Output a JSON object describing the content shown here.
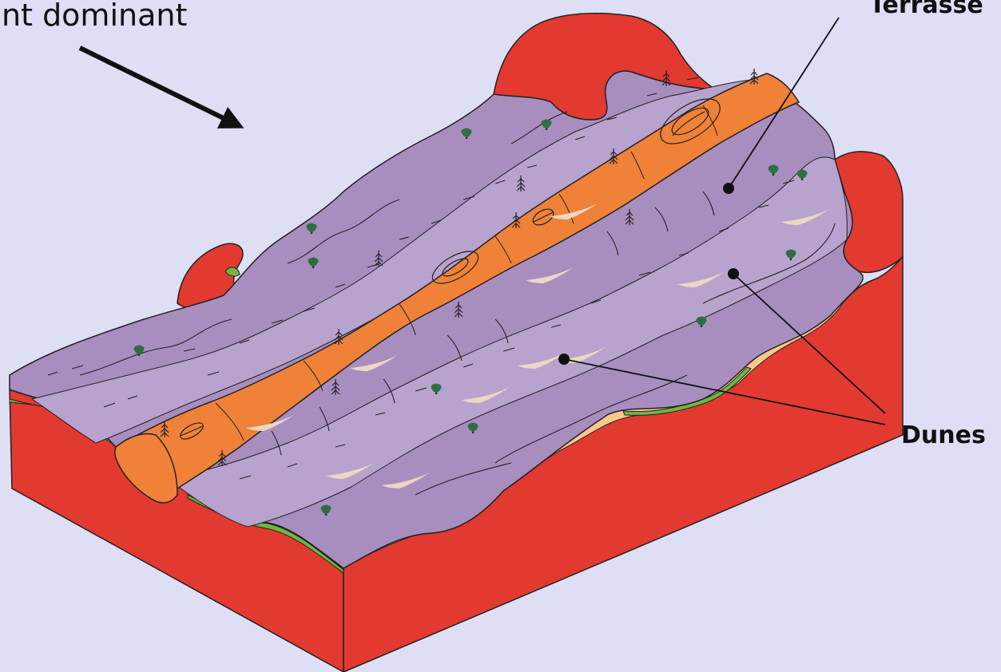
{
  "labels": {
    "wind": "nt dominant",
    "terrasse": "Terrasse",
    "dunes": "Dunes"
  },
  "colors": {
    "background": "#dedef4",
    "bedrock": "#e23a30",
    "channel": "#ef8138",
    "valley_floor": "#b7a3cd",
    "terrace": "#a88ebf",
    "sand": "#f8c98e",
    "dune": "#ecd7c2",
    "vegetation": "#2f6e43",
    "green_layer": "#6db843",
    "line": "#222222"
  },
  "icons": [
    "tree-icon",
    "conifer-icon",
    "meander-scar-icon",
    "dune-icon",
    "arrow-icon"
  ]
}
